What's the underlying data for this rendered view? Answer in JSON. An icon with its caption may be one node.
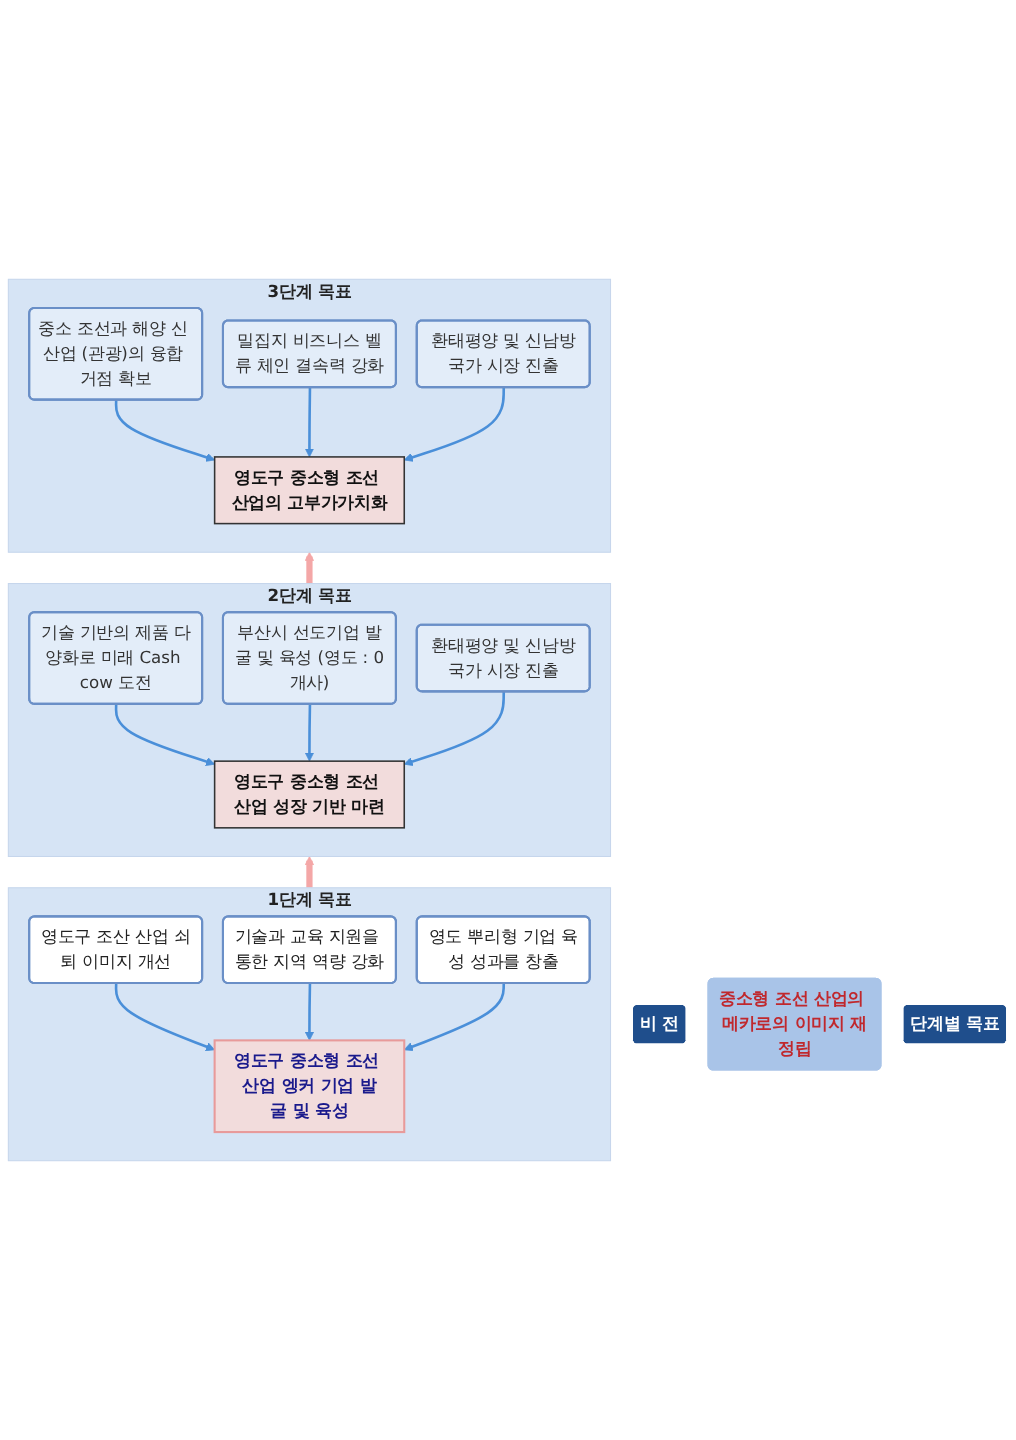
{
  "diagram": {
    "nodes": [
      {
        "text": [
          "비 전"
        ]
      },
      {
        "text": [
          "중소형 조선 산업의 메카로의 이미지 재정립"
        ]
      },
      {
        "text": [
          "단계별 목표"
        ]
      },
      {
        "text": [
          "3단계 목표"
        ]
      },
      {
        "text": [
          "영도구 중소형 조선 산업의 고부가가치화"
        ],
        "in": 3
      },
      {
        "text": [
          "중소 조선과 해양 신 산업 (관광)의 융합 거점 확보"
        ],
        "in": 3
      },
      {
        "text": [
          "밀집지 비즈니스 벨류 체인 결속력 강화"
        ],
        "in": 3
      },
      {
        "text": [
          "환태평양 및 신남방국가 시장 진출"
        ],
        "in": 3
      },
      {
        "text": [
          "2단계 목표"
        ]
      },
      {
        "text": [
          "영도구 중소형 조선 산업 성장 기반 마련"
        ],
        "in": 8
      },
      {
        "text": [
          "기술 기반의 제품 다양화로 미래 Cash cow 도전"
        ],
        "in": 8
      },
      {
        "text": [
          "부산시 선도기업 발굴 및 육성 (영도 : 0개사)"
        ],
        "in": 8
      },
      {
        "text": [
          "환태평양 및 신남방국가 시장 진출"
        ],
        "in": 8
      },
      {
        "text": [
          "1단계 목표"
        ]
      },
      {
        "text": [
          "영도구 중소형 조선 산업 엥커 기업 발굴 및 육성"
        ],
        "in": 13
      },
      {
        "text": [
          "영도구 조산 산업 쇠퇴 이미지 개선"
        ],
        "in": 13
      },
      {
        "text": [
          "기술과 교육 지원을 통한 지역 역량 강화"
        ],
        "in": 13
      },
      {
        "text": [
          "영도 뿌리형 기업 육성 성과를 창출"
        ],
        "in": 13
      }
    ],
    "edges": [
      {
        "from": 5,
        "to": 4,
        "arrow": "to"
      },
      {
        "from": 6,
        "to": 4,
        "arrow": "to"
      },
      {
        "from": 7,
        "to": 4,
        "arrow": "to"
      },
      {
        "from": 8,
        "to": 3,
        "arrow": "to",
        "style": "thick",
        "color": "#f4a7a7"
      },
      {
        "from": 10,
        "to": 9,
        "arrow": "to"
      },
      {
        "from": 11,
        "to": 9,
        "arrow": "to"
      },
      {
        "from": 12,
        "to": 9,
        "arrow": "to"
      },
      {
        "from": 13,
        "to": 8,
        "arrow": "to",
        "style": "thick",
        "color": "#f4a7a7"
      },
      {
        "from": 15,
        "to": 14,
        "arrow": "to"
      },
      {
        "from": 16,
        "to": 14,
        "arrow": "to"
      },
      {
        "from": 17,
        "to": 14,
        "arrow": "to"
      }
    ]
  }
}
